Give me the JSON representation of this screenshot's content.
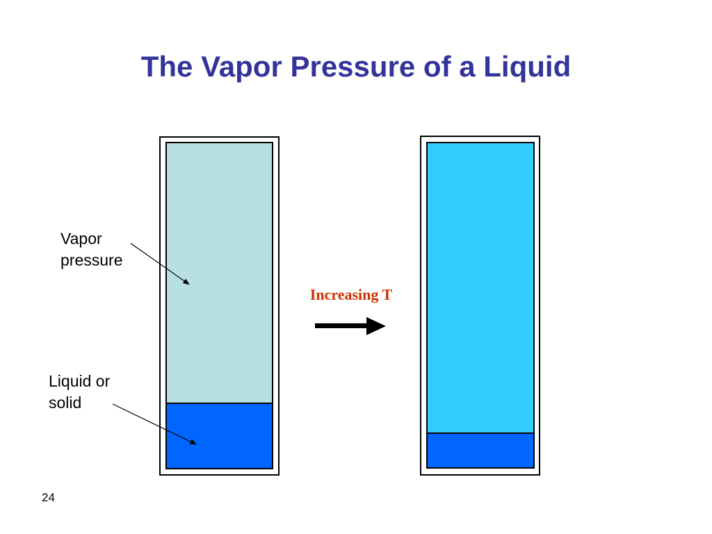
{
  "slide": {
    "title": "The Vapor Pressure of a Liquid",
    "page_number": "24"
  },
  "labels": {
    "vapor_pressure": [
      "Vapor",
      "pressure"
    ],
    "liquid_or_solid": [
      "Liquid or",
      "solid"
    ],
    "increasing_t": "Increasing T"
  },
  "colors": {
    "title": "#333399",
    "increasing_t": "#cc3300",
    "vapor_low_t": "#b8e0e4",
    "vapor_high_t": "#33ccff",
    "liquid": "#0066ff",
    "outline": "#000000"
  },
  "icons": {
    "arrow": "right-arrow-icon",
    "pointer": "pointer-arrow-icon"
  }
}
